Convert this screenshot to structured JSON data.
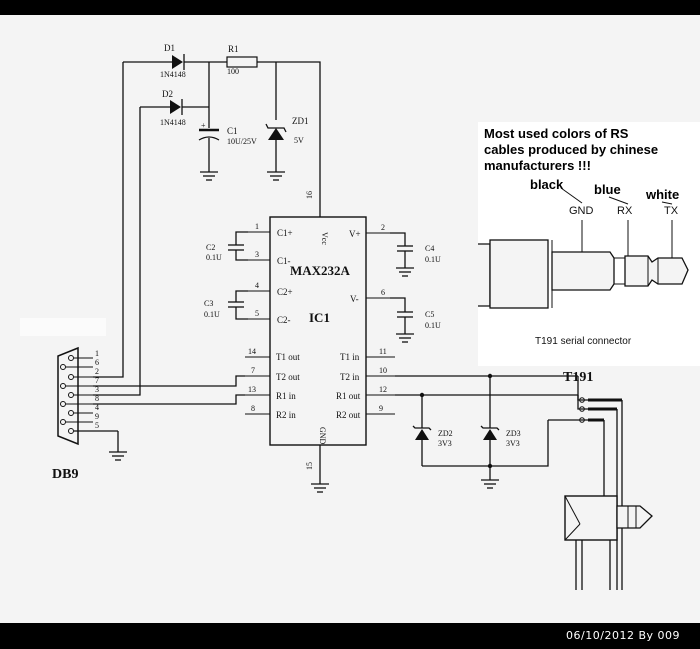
{
  "diagram": {
    "d1": {
      "ref": "D1",
      "value": "1N4148"
    },
    "d2": {
      "ref": "D2",
      "value": "1N4148"
    },
    "r1": {
      "ref": "R1",
      "value": "100"
    },
    "c1": {
      "ref": "C1",
      "value": "10U/25V"
    },
    "zd1": {
      "ref": "ZD1",
      "value": "5V"
    },
    "c2": {
      "ref": "C2",
      "value": "0.1U"
    },
    "c3": {
      "ref": "C3",
      "value": "0.1U"
    },
    "c4": {
      "ref": "C4",
      "value": "0.1U"
    },
    "c5": {
      "ref": "C5",
      "value": "0.1U"
    },
    "zd2": {
      "ref": "ZD2",
      "value": "3V3"
    },
    "zd3": {
      "ref": "ZD3",
      "value": "3V3"
    },
    "ic": {
      "name": "MAX232A",
      "ref": "IC1",
      "pins": {
        "c1p": "C1+",
        "c1m": "C1-",
        "c2p": "C2+",
        "c2m": "C2-",
        "vcc": "Vcc",
        "vplus": "V+",
        "vminus": "V-",
        "gnd": "GND",
        "t1out": "T1 out",
        "t2out": "T2 out",
        "r1in": "R1 in",
        "r2in": "R2 in",
        "t1in": "T1 in",
        "t2in": "T2 in",
        "r1out": "R1 out",
        "r2out": "R2 out"
      },
      "pin_numbers": {
        "p1": "1",
        "p3": "3",
        "p4": "4",
        "p5": "5",
        "p16": "16",
        "p2": "2",
        "p6": "6",
        "p14": "14",
        "p7": "7",
        "p13": "13",
        "p8": "8",
        "p15": "15",
        "p11": "11",
        "p10": "10",
        "p12": "12",
        "p9": "9"
      }
    },
    "db9": {
      "label": "DB9",
      "pins": [
        "1",
        "6",
        "2",
        "7",
        "3",
        "8",
        "4",
        "9",
        "5"
      ]
    },
    "t191_label": "T191"
  },
  "annotation": {
    "note": [
      "Most used colors of RS",
      "cables produced by chinese",
      "manufacturers !!!"
    ],
    "colors": {
      "black": "black",
      "blue": "blue",
      "white": "white"
    },
    "signals": {
      "gnd": "GND",
      "rx": "RX",
      "tx": "TX"
    },
    "caption": "T191 serial connector"
  },
  "footer": {
    "credit": "06/10/2012   By 009"
  }
}
